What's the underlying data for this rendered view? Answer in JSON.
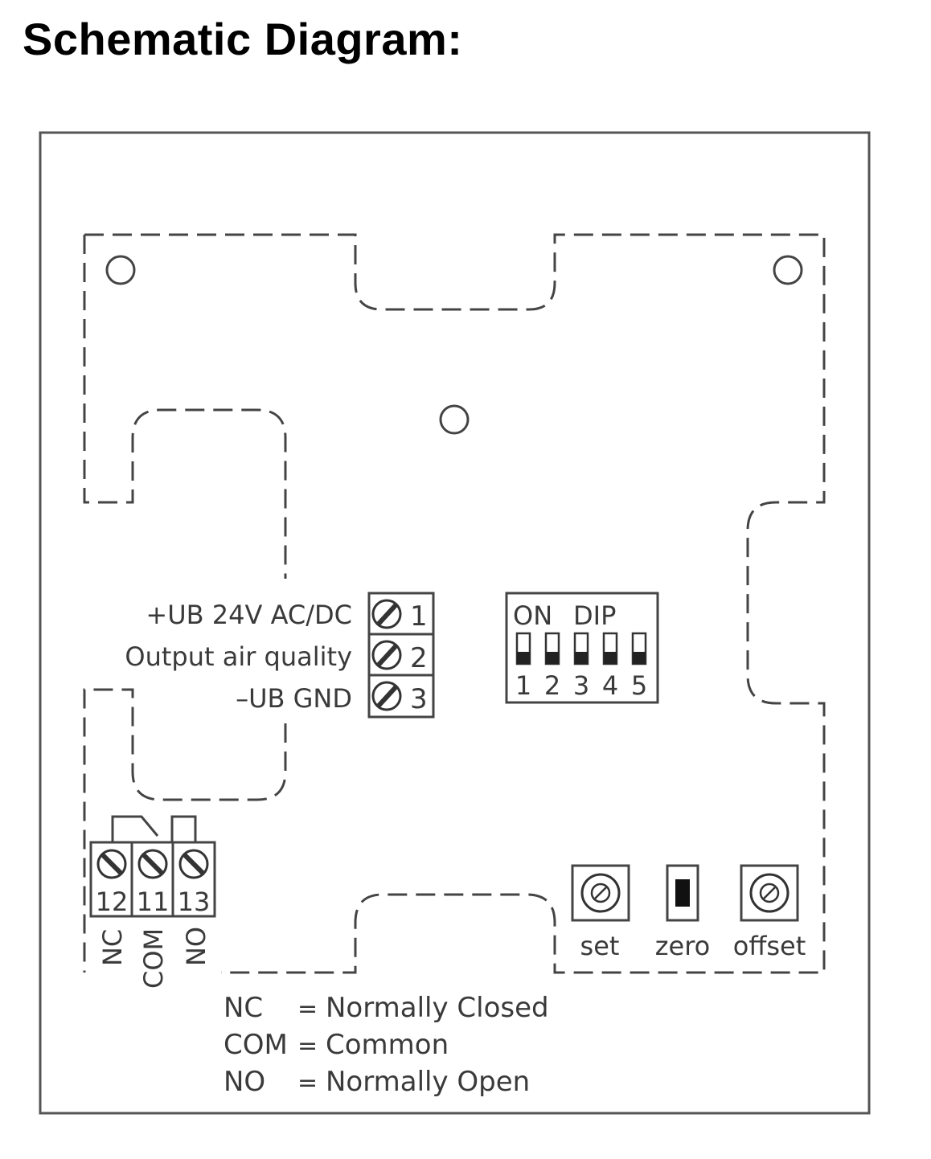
{
  "title": "Schematic Diagram:",
  "terminals": {
    "power": [
      {
        "label": "+UB 24V AC/DC",
        "number": "1"
      },
      {
        "label": "Output air quality",
        "number": "2"
      },
      {
        "label": "–UB GND",
        "number": "3"
      }
    ],
    "relay": [
      {
        "number": "12",
        "name": "NC"
      },
      {
        "number": "11",
        "name": "COM"
      },
      {
        "number": "13",
        "name": "NO"
      }
    ]
  },
  "dip": {
    "on_label": "ON",
    "dip_label": "DIP",
    "switches": [
      "1",
      "2",
      "3",
      "4",
      "5"
    ]
  },
  "controls": [
    {
      "label": "set",
      "icon": "potentiometer-icon"
    },
    {
      "label": "zero",
      "icon": "push-button-icon"
    },
    {
      "label": "offset",
      "icon": "potentiometer-icon"
    }
  ],
  "legend": [
    {
      "abbr": "NC",
      "eq": "=",
      "desc": "Normally Closed"
    },
    {
      "abbr": "COM",
      "eq": "=",
      "desc": "Common"
    },
    {
      "abbr": "NO",
      "eq": "=",
      "desc": "Normally Open"
    }
  ]
}
